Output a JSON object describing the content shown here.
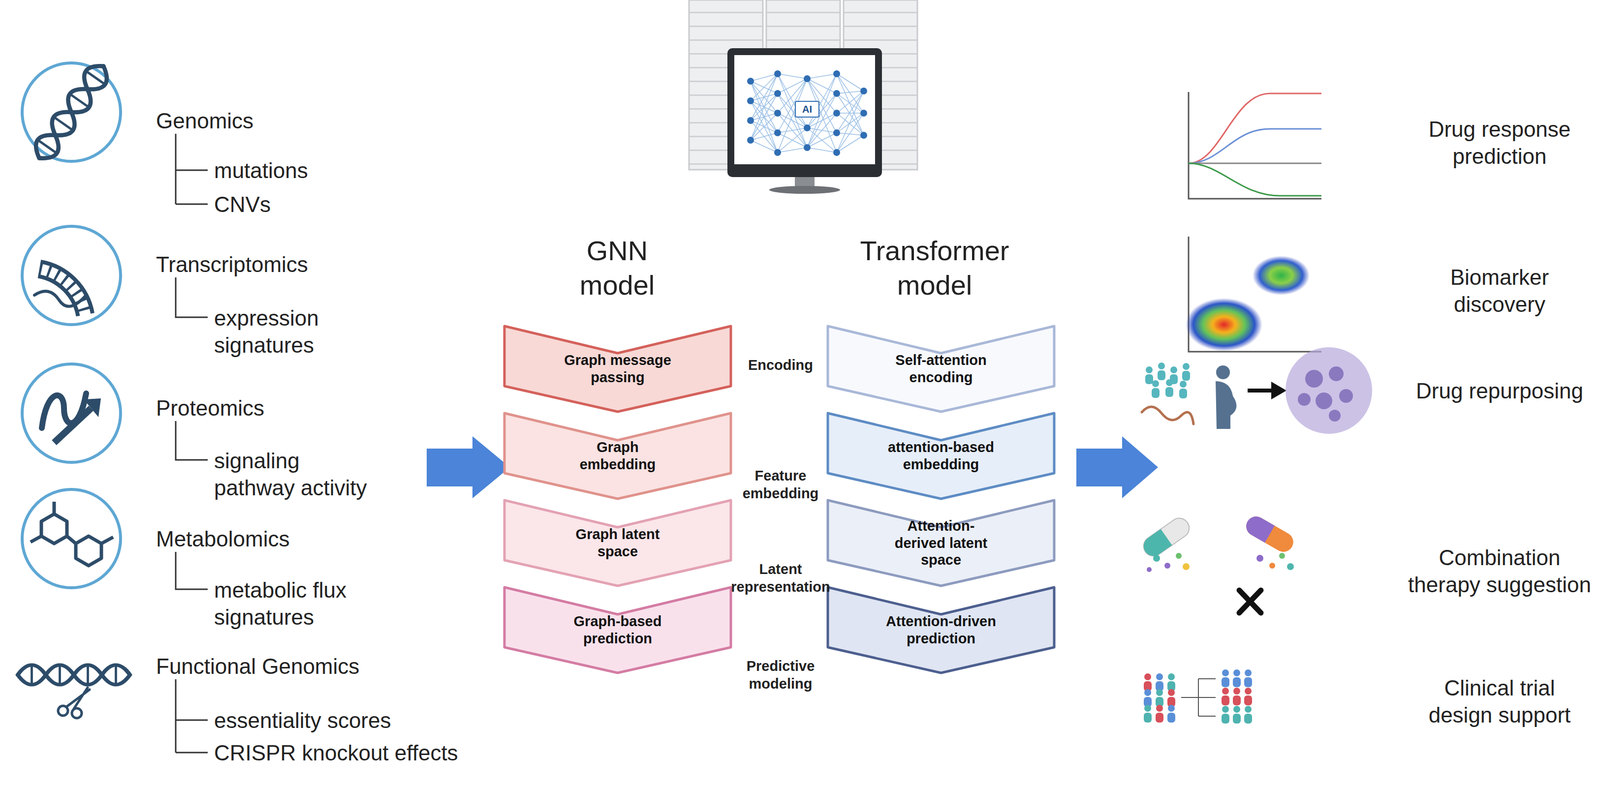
{
  "diagram": {
    "nodes": [
      {
        "text": [
          "Graph message passing"
        ]
      },
      {
        "text": [
          "Graph embedding"
        ]
      },
      {
        "text": [
          "Graph latent space"
        ]
      },
      {
        "text": [
          "Graph-based prediction"
        ]
      },
      {
        "text": [
          "Self-attention encoding"
        ]
      },
      {
        "text": [
          "attention-based embedding"
        ]
      },
      {
        "text": [
          "Attention-derived latent space"
        ]
      },
      {
        "text": [
          "Attention-driven prediction"
        ]
      }
    ],
    "labels": [
      "Genomics",
      "mutations",
      "CNVs",
      "Transcriptomics",
      "expression signatures",
      "Proteomics",
      "signaling pathway activity",
      "Metabolomics",
      "metabolic flux signatures",
      "Functional Genomics",
      "essentiality scores",
      "CRISPR knockout effects",
      "AI",
      "GNN model",
      "Transformer model",
      "Encoding",
      "Feature embedding",
      "Latent representation",
      "Predictive modeling",
      "Drug response prediction",
      "Biomarker discovery",
      "Drug repurposing",
      "Combination therapy suggestion",
      "Clinical trial design support"
    ]
  }
}
